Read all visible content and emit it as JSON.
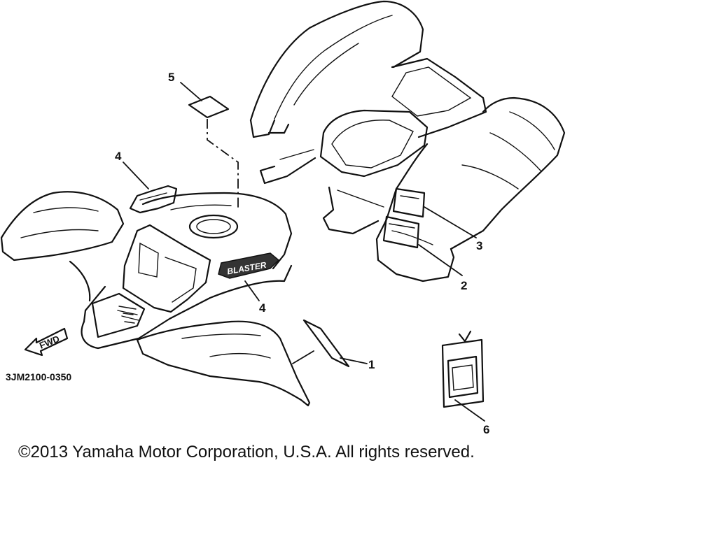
{
  "diagram": {
    "callouts": {
      "c1": "1",
      "c2": "2",
      "c3": "3",
      "c4a": "4",
      "c4b": "4",
      "c5": "5",
      "c6": "6"
    },
    "direction_label": "FWD",
    "logo_text": "BLASTER",
    "diagram_code": "3JM2100-0350"
  },
  "copyright": "©2013 Yamaha Motor Corporation, U.S.A. All rights reserved."
}
